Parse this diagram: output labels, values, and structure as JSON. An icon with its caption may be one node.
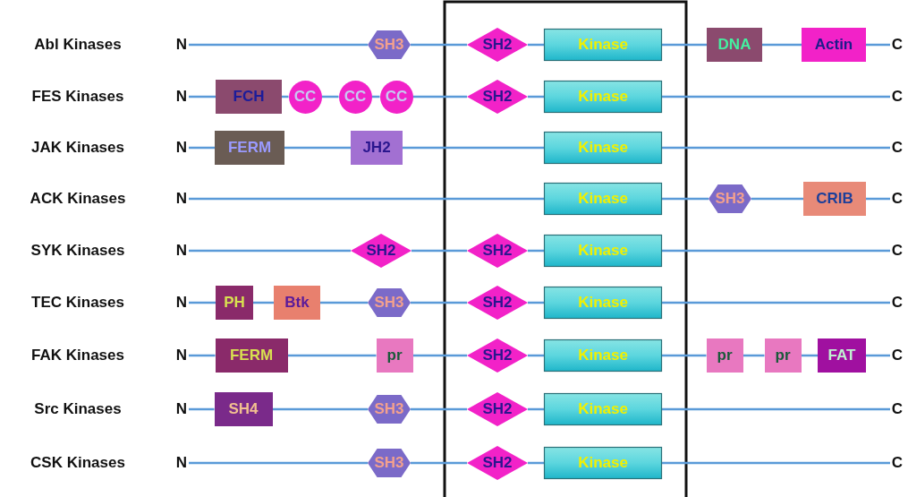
{
  "diagram": {
    "nodes": [
      {
        "text": [
          "N"
        ]
      },
      {
        "text": [
          "SH3"
        ]
      },
      {
        "text": [
          "SH2"
        ]
      },
      {
        "text": [
          "Kinase"
        ]
      },
      {
        "text": [
          "DNA"
        ]
      },
      {
        "text": [
          "Actin"
        ]
      },
      {
        "text": [
          "C"
        ]
      },
      {
        "text": [
          "N"
        ]
      },
      {
        "text": [
          "FCH"
        ]
      },
      {
        "text": [
          "CC"
        ]
      },
      {
        "text": [
          "CC"
        ]
      },
      {
        "text": [
          "CC"
        ]
      },
      {
        "text": [
          "SH2"
        ]
      },
      {
        "text": [
          "Kinase"
        ]
      },
      {
        "text": [
          "C"
        ]
      },
      {
        "text": [
          "N"
        ]
      },
      {
        "text": [
          "FERM"
        ]
      },
      {
        "text": [
          "JH2"
        ]
      },
      {
        "text": [
          "Kinase"
        ]
      },
      {
        "text": [
          "C"
        ]
      },
      {
        "text": [
          "N"
        ]
      },
      {
        "text": [
          "Kinase"
        ]
      },
      {
        "text": [
          "SH3"
        ]
      },
      {
        "text": [
          "CRIB"
        ]
      },
      {
        "text": [
          "C"
        ]
      },
      {
        "text": [
          "N"
        ]
      },
      {
        "text": [
          "SH2"
        ]
      },
      {
        "text": [
          "SH2"
        ]
      },
      {
        "text": [
          "Kinase"
        ]
      },
      {
        "text": [
          "C"
        ]
      },
      {
        "text": [
          "N"
        ]
      },
      {
        "text": [
          "PH"
        ]
      },
      {
        "text": [
          "Btk"
        ]
      },
      {
        "text": [
          "SH3"
        ]
      },
      {
        "text": [
          "SH2"
        ]
      },
      {
        "text": [
          "Kinase"
        ]
      },
      {
        "text": [
          "C"
        ]
      },
      {
        "text": [
          "N"
        ]
      },
      {
        "text": [
          "FERM"
        ]
      },
      {
        "text": [
          "pr"
        ]
      },
      {
        "text": [
          "SH2"
        ]
      },
      {
        "text": [
          "Kinase"
        ]
      },
      {
        "text": [
          "pr"
        ]
      },
      {
        "text": [
          "pr"
        ]
      },
      {
        "text": [
          "FAT"
        ]
      },
      {
        "text": [
          "C"
        ]
      },
      {
        "text": [
          "N"
        ]
      },
      {
        "text": [
          "SH4"
        ]
      },
      {
        "text": [
          "SH3"
        ]
      },
      {
        "text": [
          "SH2"
        ]
      },
      {
        "text": [
          "Kinase"
        ]
      },
      {
        "text": [
          "C"
        ]
      },
      {
        "text": [
          "N"
        ]
      },
      {
        "text": [
          "SH3"
        ]
      },
      {
        "text": [
          "SH2"
        ]
      },
      {
        "text": [
          "Kinase"
        ]
      },
      {
        "text": [
          "C"
        ]
      }
    ],
    "edges": [
      {
        "from": 0,
        "to": 1,
        "arrow": "none"
      },
      {
        "from": 1,
        "to": 2,
        "arrow": "none"
      },
      {
        "from": 2,
        "to": 3,
        "arrow": "none"
      },
      {
        "from": 3,
        "to": 4,
        "arrow": "none"
      },
      {
        "from": 4,
        "to": 5,
        "arrow": "none"
      },
      {
        "from": 5,
        "to": 6,
        "arrow": "none"
      },
      {
        "from": 7,
        "to": 8,
        "arrow": "none"
      },
      {
        "from": 8,
        "to": 9,
        "arrow": "none"
      },
      {
        "from": 9,
        "to": 10,
        "arrow": "none"
      },
      {
        "from": 10,
        "to": 11,
        "arrow": "none"
      },
      {
        "from": 11,
        "to": 12,
        "arrow": "none"
      },
      {
        "from": 12,
        "to": 13,
        "arrow": "none"
      },
      {
        "from": 13,
        "to": 14,
        "arrow": "none"
      },
      {
        "from": 15,
        "to": 16,
        "arrow": "none"
      },
      {
        "from": 16,
        "to": 17,
        "arrow": "none"
      },
      {
        "from": 17,
        "to": 18,
        "arrow": "none"
      },
      {
        "from": 18,
        "to": 19,
        "arrow": "none"
      },
      {
        "from": 20,
        "to": 21,
        "arrow": "none"
      },
      {
        "from": 21,
        "to": 22,
        "arrow": "none"
      },
      {
        "from": 22,
        "to": 23,
        "arrow": "none"
      },
      {
        "from": 23,
        "to": 24,
        "arrow": "none"
      },
      {
        "from": 25,
        "to": 26,
        "arrow": "none"
      },
      {
        "from": 26,
        "to": 27,
        "arrow": "none"
      },
      {
        "from": 27,
        "to": 28,
        "arrow": "none"
      },
      {
        "from": 28,
        "to": 29,
        "arrow": "none"
      },
      {
        "from": 30,
        "to": 31,
        "arrow": "none"
      },
      {
        "from": 31,
        "to": 32,
        "arrow": "none"
      },
      {
        "from": 32,
        "to": 33,
        "arrow": "none"
      },
      {
        "from": 33,
        "to": 34,
        "arrow": "none"
      },
      {
        "from": 34,
        "to": 35,
        "arrow": "none"
      },
      {
        "from": 35,
        "to": 36,
        "arrow": "none"
      },
      {
        "from": 37,
        "to": 38,
        "arrow": "none"
      },
      {
        "from": 38,
        "to": 39,
        "arrow": "none"
      },
      {
        "from": 39,
        "to": 40,
        "arrow": "none"
      },
      {
        "from": 40,
        "to": 41,
        "arrow": "none"
      },
      {
        "from": 41,
        "to": 42,
        "arrow": "none"
      },
      {
        "from": 42,
        "to": 43,
        "arrow": "none"
      },
      {
        "from": 43,
        "to": 44,
        "arrow": "none"
      },
      {
        "from": 44,
        "to": 45,
        "arrow": "none"
      },
      {
        "from": 46,
        "to": 47,
        "arrow": "none"
      },
      {
        "from": 47,
        "to": 48,
        "arrow": "none"
      },
      {
        "from": 48,
        "to": 49,
        "arrow": "none"
      },
      {
        "from": 49,
        "to": 50,
        "arrow": "none"
      },
      {
        "from": 50,
        "to": 51,
        "arrow": "none"
      },
      {
        "from": 52,
        "to": 53,
        "arrow": "none"
      },
      {
        "from": 53,
        "to": 54,
        "arrow": "none"
      },
      {
        "from": 54,
        "to": 55,
        "arrow": "none"
      },
      {
        "from": 55,
        "to": 56,
        "arrow": "none"
      }
    ],
    "labels": [
      "Abl Kinases",
      "FES Kinases",
      "JAK Kinases",
      "ACK Kinases",
      "SYK Kinases",
      "TEC Kinases",
      "FAK Kinases",
      "Src Kinases",
      "CSK Kinases"
    ]
  }
}
